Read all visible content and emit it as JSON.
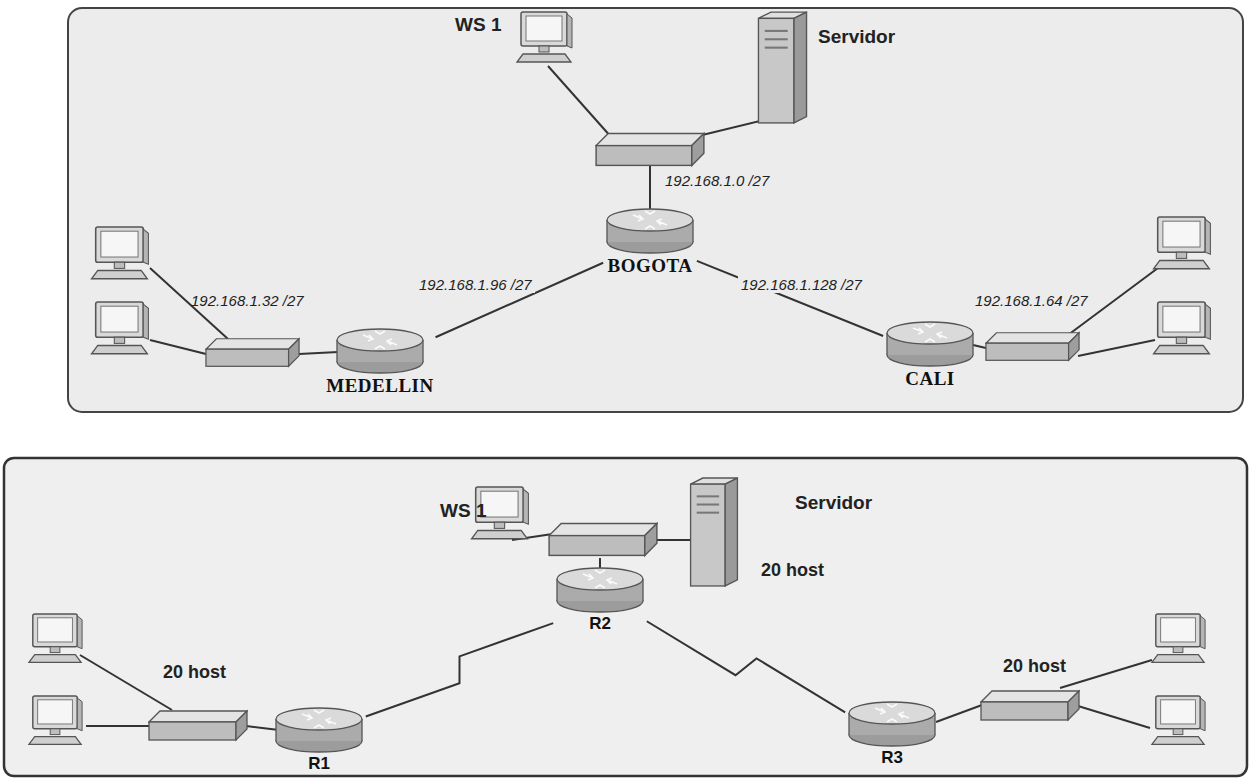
{
  "diagram": {
    "nodes": [
      {
        "text": [
          "WS 1"
        ]
      },
      {
        "text": [
          "Servidor"
        ]
      },
      {
        "text": [
          "BOGOTA"
        ]
      },
      {
        "text": [
          "MEDELLIN"
        ]
      },
      {
        "text": [
          "CALI"
        ]
      },
      {
        "text": [
          "WS 1"
        ]
      },
      {
        "text": [
          "Servidor"
        ]
      },
      {
        "text": [
          "R2"
        ]
      },
      {
        "text": [
          "R1"
        ]
      },
      {
        "text": [
          "R3"
        ]
      }
    ],
    "edges": [
      {
        "from": 2,
        "to": 3,
        "label": "192.168.1.96 /27",
        "arrow": "none"
      },
      {
        "from": 2,
        "to": 4,
        "label": "192.168.1.128 /27",
        "arrow": "none"
      },
      {
        "from": 8,
        "to": 7,
        "arrow": "none"
      },
      {
        "from": 7,
        "to": 9,
        "arrow": "none"
      }
    ],
    "labels": [
      "192.168.1.0 /27",
      "192.168.1.32 /27",
      "192.168.1.64 /27",
      "20 host",
      "20 host",
      "20 host"
    ]
  }
}
